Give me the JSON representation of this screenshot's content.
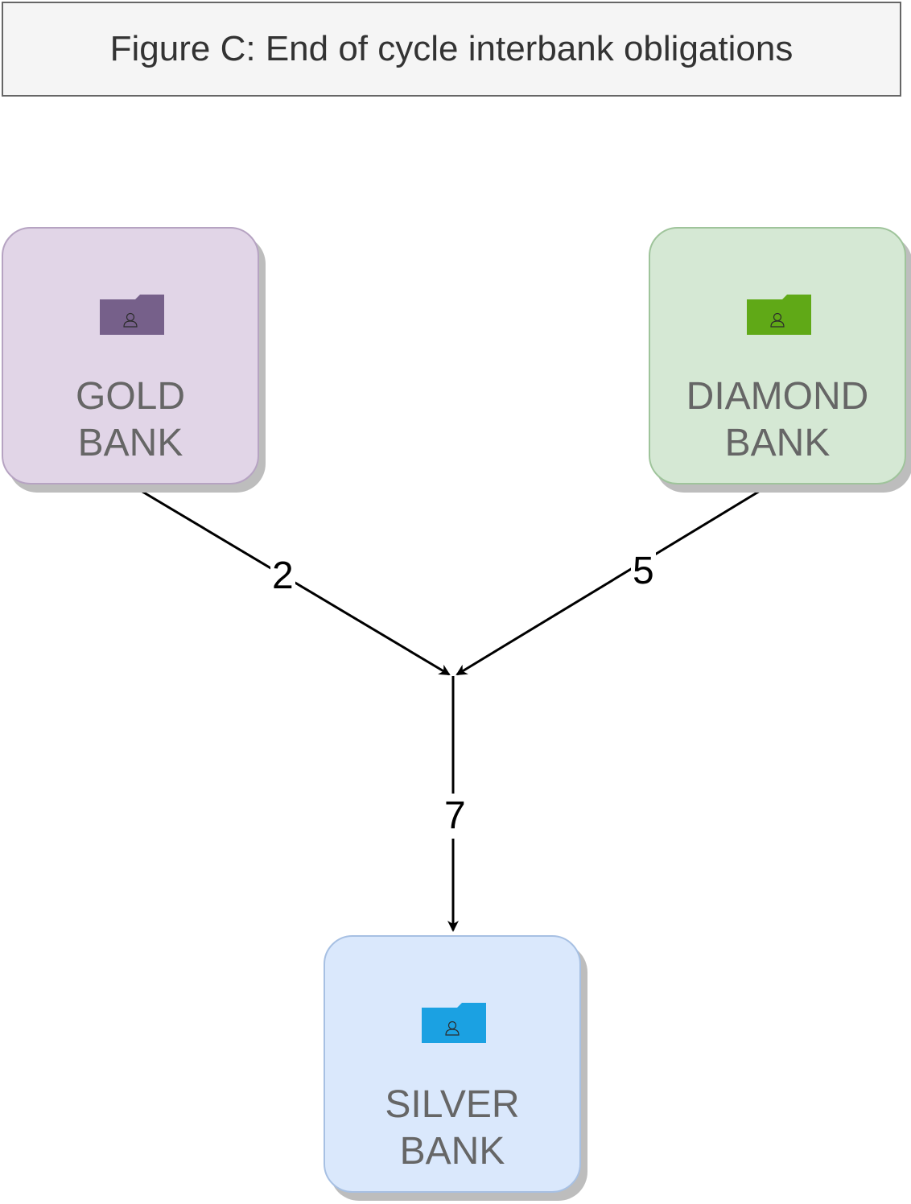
{
  "title": "Figure C: End of cycle interbank obligations",
  "nodes": {
    "gold": {
      "line1": "GOLD",
      "line2": "BANK",
      "fill": "#e1d5e7",
      "border": "#b6a3c2",
      "icon": "folder-user-icon",
      "icon_color": "#76608a"
    },
    "diamond": {
      "line1": "DIAMOND",
      "line2": "BANK",
      "fill": "#d5e8d4",
      "border": "#9fc49b",
      "icon": "folder-user-icon",
      "icon_color": "#60a917"
    },
    "silver": {
      "line1": "SILVER",
      "line2": "BANK",
      "fill": "#dae8fc",
      "border": "#a7c0e3",
      "icon": "folder-user-icon",
      "icon_color": "#1ba1e2"
    }
  },
  "edges": {
    "gold_to_junction": {
      "label": "2"
    },
    "diamond_to_junction": {
      "label": "5"
    },
    "junction_to_silver": {
      "label": "7"
    }
  }
}
